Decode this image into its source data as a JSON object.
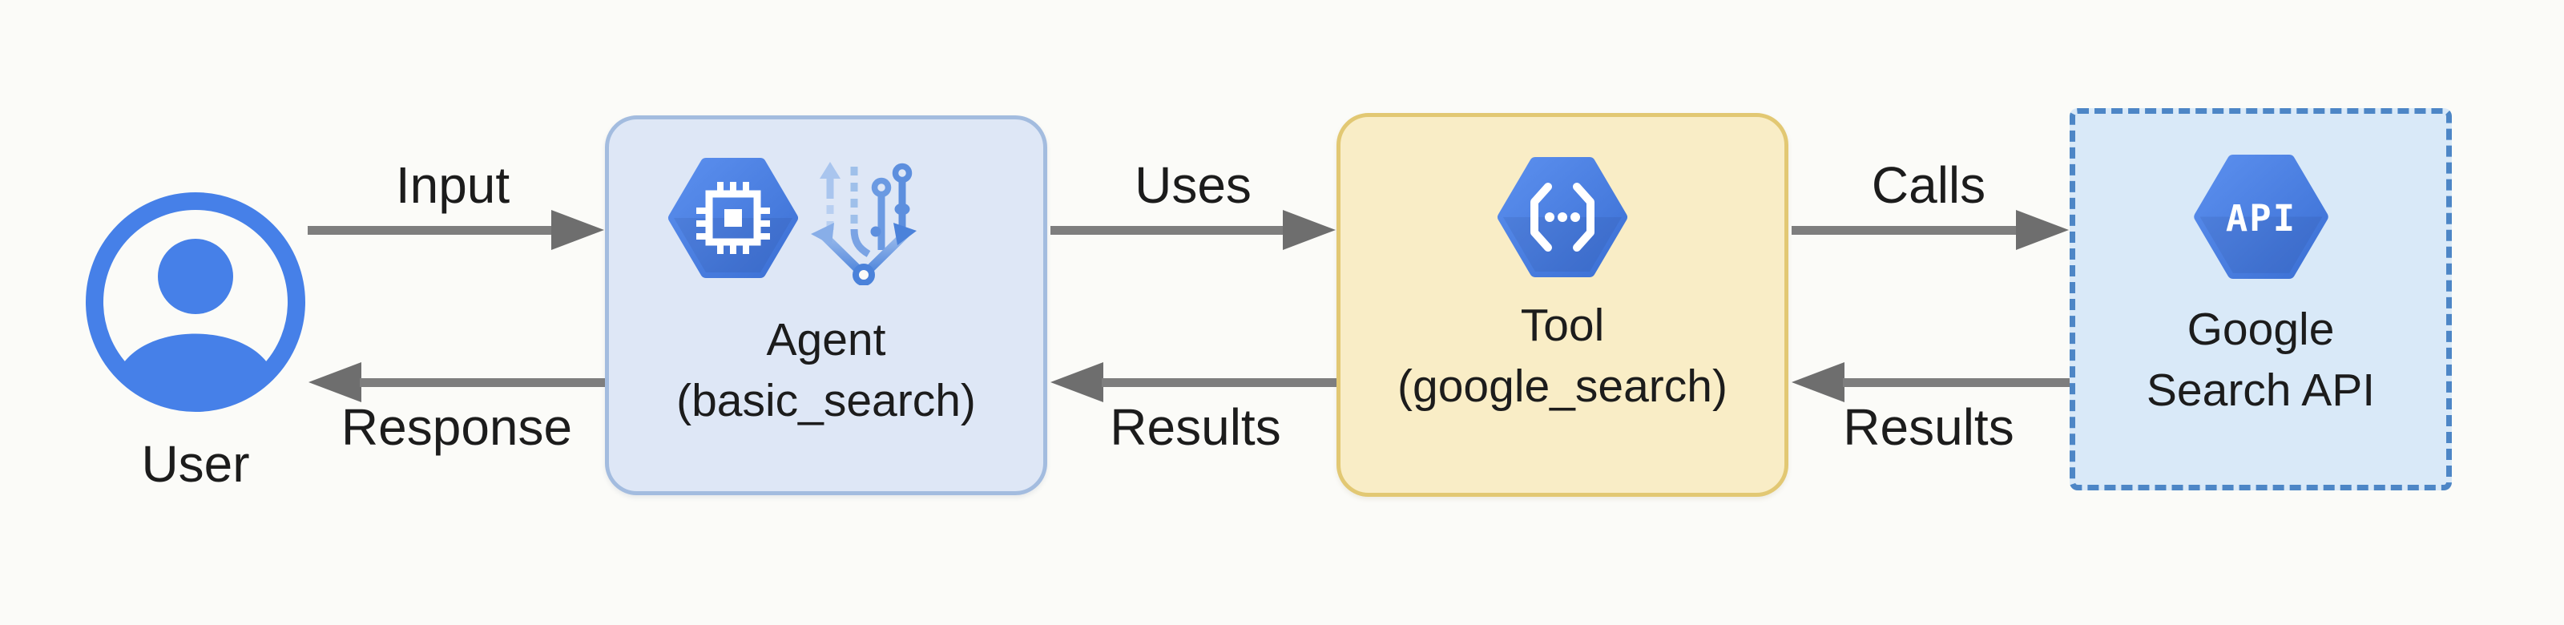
{
  "background_color": "#fbfbf8",
  "palette": {
    "google_blue": "#4680e8",
    "hexagon_blue_light": "#5b8fee",
    "hexagon_blue_dark": "#3c70d4",
    "arrow_gray": "#7e7e7e",
    "arrow_head_gray": "#6e6e6e",
    "text_color": "#1c1c1c",
    "agent_fill": "#dee7f6",
    "agent_border": "#a3bcdf",
    "tool_fill": "#f9edc6",
    "tool_border": "#e2c873",
    "api_fill": "#d9e9f8",
    "api_border": "#4d86c6"
  },
  "nodes": {
    "user": {
      "label": "User",
      "icon": "user-circle-icon"
    },
    "agent": {
      "line1": "Agent",
      "line2": "(basic_search)",
      "icons": [
        "compute-chip-hexagon-icon",
        "branching-pipeline-icon"
      ]
    },
    "tool": {
      "line1": "Tool",
      "line2": "(google_search)",
      "icon": "code-brackets-hexagon-icon"
    },
    "api": {
      "line1": "Google",
      "line2": "Search API",
      "icon": "api-hexagon-icon",
      "icon_text": "API"
    }
  },
  "edges": [
    {
      "id": "input",
      "label": "Input",
      "from": "user",
      "to": "agent",
      "direction": "right"
    },
    {
      "id": "response",
      "label": "Response",
      "from": "agent",
      "to": "user",
      "direction": "left"
    },
    {
      "id": "uses",
      "label": "Uses",
      "from": "agent",
      "to": "tool",
      "direction": "right"
    },
    {
      "id": "results-agent",
      "label": "Results",
      "from": "tool",
      "to": "agent",
      "direction": "left"
    },
    {
      "id": "calls",
      "label": "Calls",
      "from": "tool",
      "to": "api",
      "direction": "right"
    },
    {
      "id": "results-tool",
      "label": "Results",
      "from": "api",
      "to": "tool",
      "direction": "left"
    }
  ]
}
